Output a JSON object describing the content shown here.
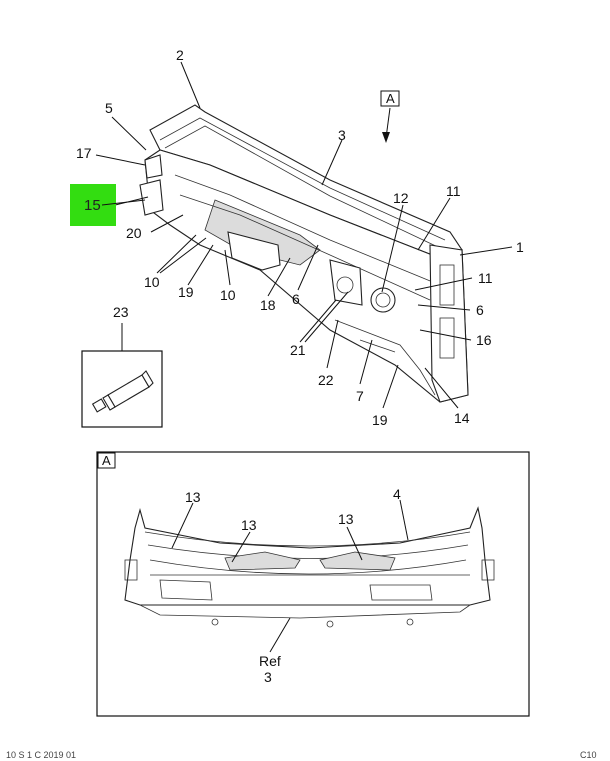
{
  "colors": {
    "highlight": "#33dd11",
    "line": "#111111"
  },
  "main_view": {
    "view_marker": "A",
    "callouts": {
      "c1": "1",
      "c2": "2",
      "c3": "3",
      "c5": "5",
      "c6a": "6",
      "c6b": "6",
      "c7": "7",
      "c10a": "10",
      "c10b": "10",
      "c11a": "11",
      "c11b": "11",
      "c12": "12",
      "c14": "14",
      "c16": "16",
      "c17": "17",
      "c18": "18",
      "c19a": "19",
      "c19b": "19",
      "c20": "20",
      "c21": "21",
      "c22": "22"
    },
    "highlighted_callout": "15"
  },
  "kit": {
    "callout": "23"
  },
  "detail_view": {
    "label": "A",
    "callouts": {
      "c13a": "13",
      "c13b": "13",
      "c13c": "13",
      "c4": "4"
    },
    "ref_label": "Ref",
    "ref_number": "3"
  },
  "footer": {
    "left": "10 S 1 C 2019 01",
    "right": "C10"
  }
}
